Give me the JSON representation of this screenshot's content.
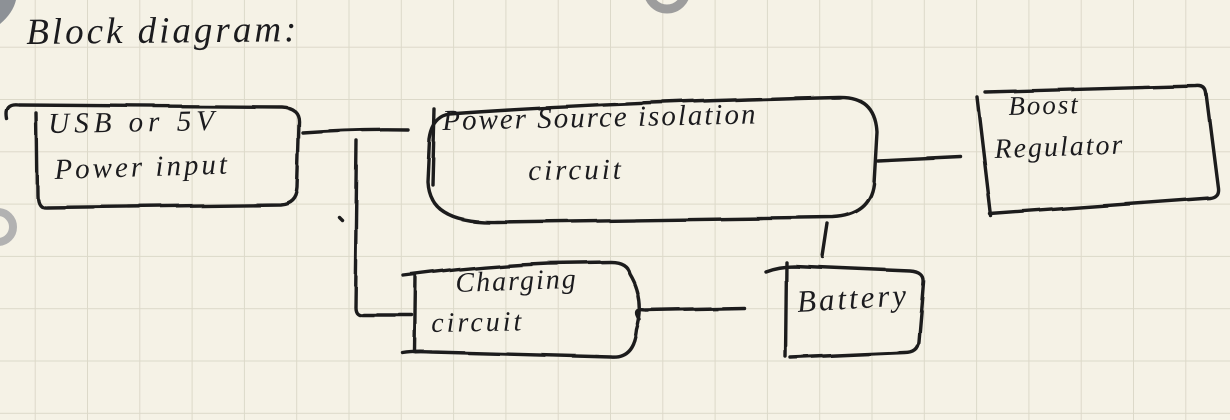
{
  "title": "Block diagram:",
  "colors": {
    "background": "#f5f2e6",
    "grid_line": "#dcd9c9",
    "ink": "#1c1c1f",
    "artifact_gray": "#9d9d9d"
  },
  "diagram": {
    "nodes": {
      "usb": {
        "line1": "USB or 5V",
        "line2": "Power input"
      },
      "isolation": {
        "line1": "Power Source isolation",
        "line2": "circuit"
      },
      "boost": {
        "line1": "Boost",
        "line2": "Regulator"
      },
      "charging": {
        "line1": "Charging",
        "line2": "circuit"
      },
      "battery": {
        "line1": "Battery"
      }
    },
    "edges": [
      {
        "from": "usb",
        "to": "isolation",
        "style": "horizontal-wire"
      },
      {
        "from": "usb-isolation-wire",
        "to": "charging",
        "style": "branch-down-then-right"
      },
      {
        "from": "isolation",
        "to": "boost",
        "style": "horizontal-wire"
      },
      {
        "from": "isolation",
        "to": "battery",
        "style": "short-vertical-wire"
      },
      {
        "from": "battery",
        "to": "charging",
        "style": "horizontal-wire"
      }
    ]
  }
}
